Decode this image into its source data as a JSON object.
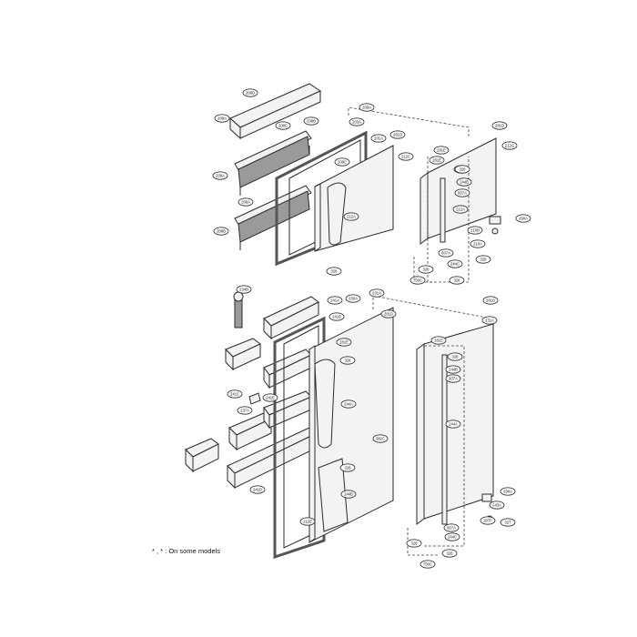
{
  "footnote": "* , * : On some models",
  "callouts": [
    "208D",
    "208A",
    "208C",
    "208B",
    "209A",
    "208A",
    "208B",
    "209A",
    "203A",
    "201A",
    "281D",
    "212C",
    "281D",
    "212G",
    "281E",
    "328",
    "208C",
    "212A",
    "328",
    "281E",
    "328",
    "244B",
    "607A",
    "212A",
    "210B",
    "210A",
    "290A",
    "328",
    "607A",
    "244C",
    "328",
    "750C",
    "328",
    "234B",
    "241A",
    "230A",
    "231A",
    "281D",
    "241B",
    "241C",
    "237A",
    "241E",
    "241D",
    "281E",
    "328",
    "244A",
    "328",
    "244B",
    "212E",
    "382C",
    "281D",
    "231A",
    "281E",
    "328",
    "244B",
    "607A",
    "244A",
    "243A",
    "290A",
    "287F",
    "327",
    "607A",
    "244C",
    "328",
    "750C",
    "328"
  ]
}
